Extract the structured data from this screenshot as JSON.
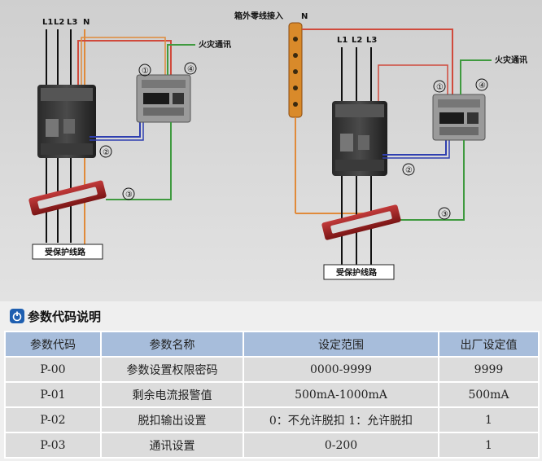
{
  "diagram": {
    "left": {
      "phases": [
        "L1",
        "L2",
        "L3",
        "N"
      ],
      "callouts": [
        "①",
        "②",
        "③",
        "④"
      ],
      "fire_label": "火灾通讯",
      "protected_label": "受保护线路"
    },
    "right": {
      "neutral_label": "箱外零线接入",
      "neutral_n": "N",
      "phases": [
        "L1",
        "L2",
        "L3"
      ],
      "callouts": [
        "①",
        "②",
        "③",
        "④"
      ],
      "fire_label": "火灾通讯",
      "protected_label": "受保护线路"
    }
  },
  "params": {
    "title": "参数代码说明",
    "icon": "power-icon",
    "headers": [
      "参数代码",
      "参数名称",
      "设定范围",
      "出厂设定值"
    ],
    "rows": [
      [
        "P-00",
        "参数设置权限密码",
        "0000-9999",
        "9999"
      ],
      [
        "P-01",
        "剩余电流报警值",
        "500mA-1000mA",
        "500mA"
      ],
      [
        "P-02",
        "脱扣输出设置",
        "0：不允许脱扣  1：允许脱扣",
        "1"
      ],
      [
        "P-03",
        "通讯设置",
        "0-200",
        "1"
      ]
    ]
  },
  "colors": {
    "header_bg": "#a7bddb",
    "cell_bg": "#dcdcdc",
    "wire_red": "#d04a3c",
    "wire_blue": "#2f3fb0",
    "wire_green": "#3f9a3f",
    "wire_orange": "#e08a3a"
  }
}
